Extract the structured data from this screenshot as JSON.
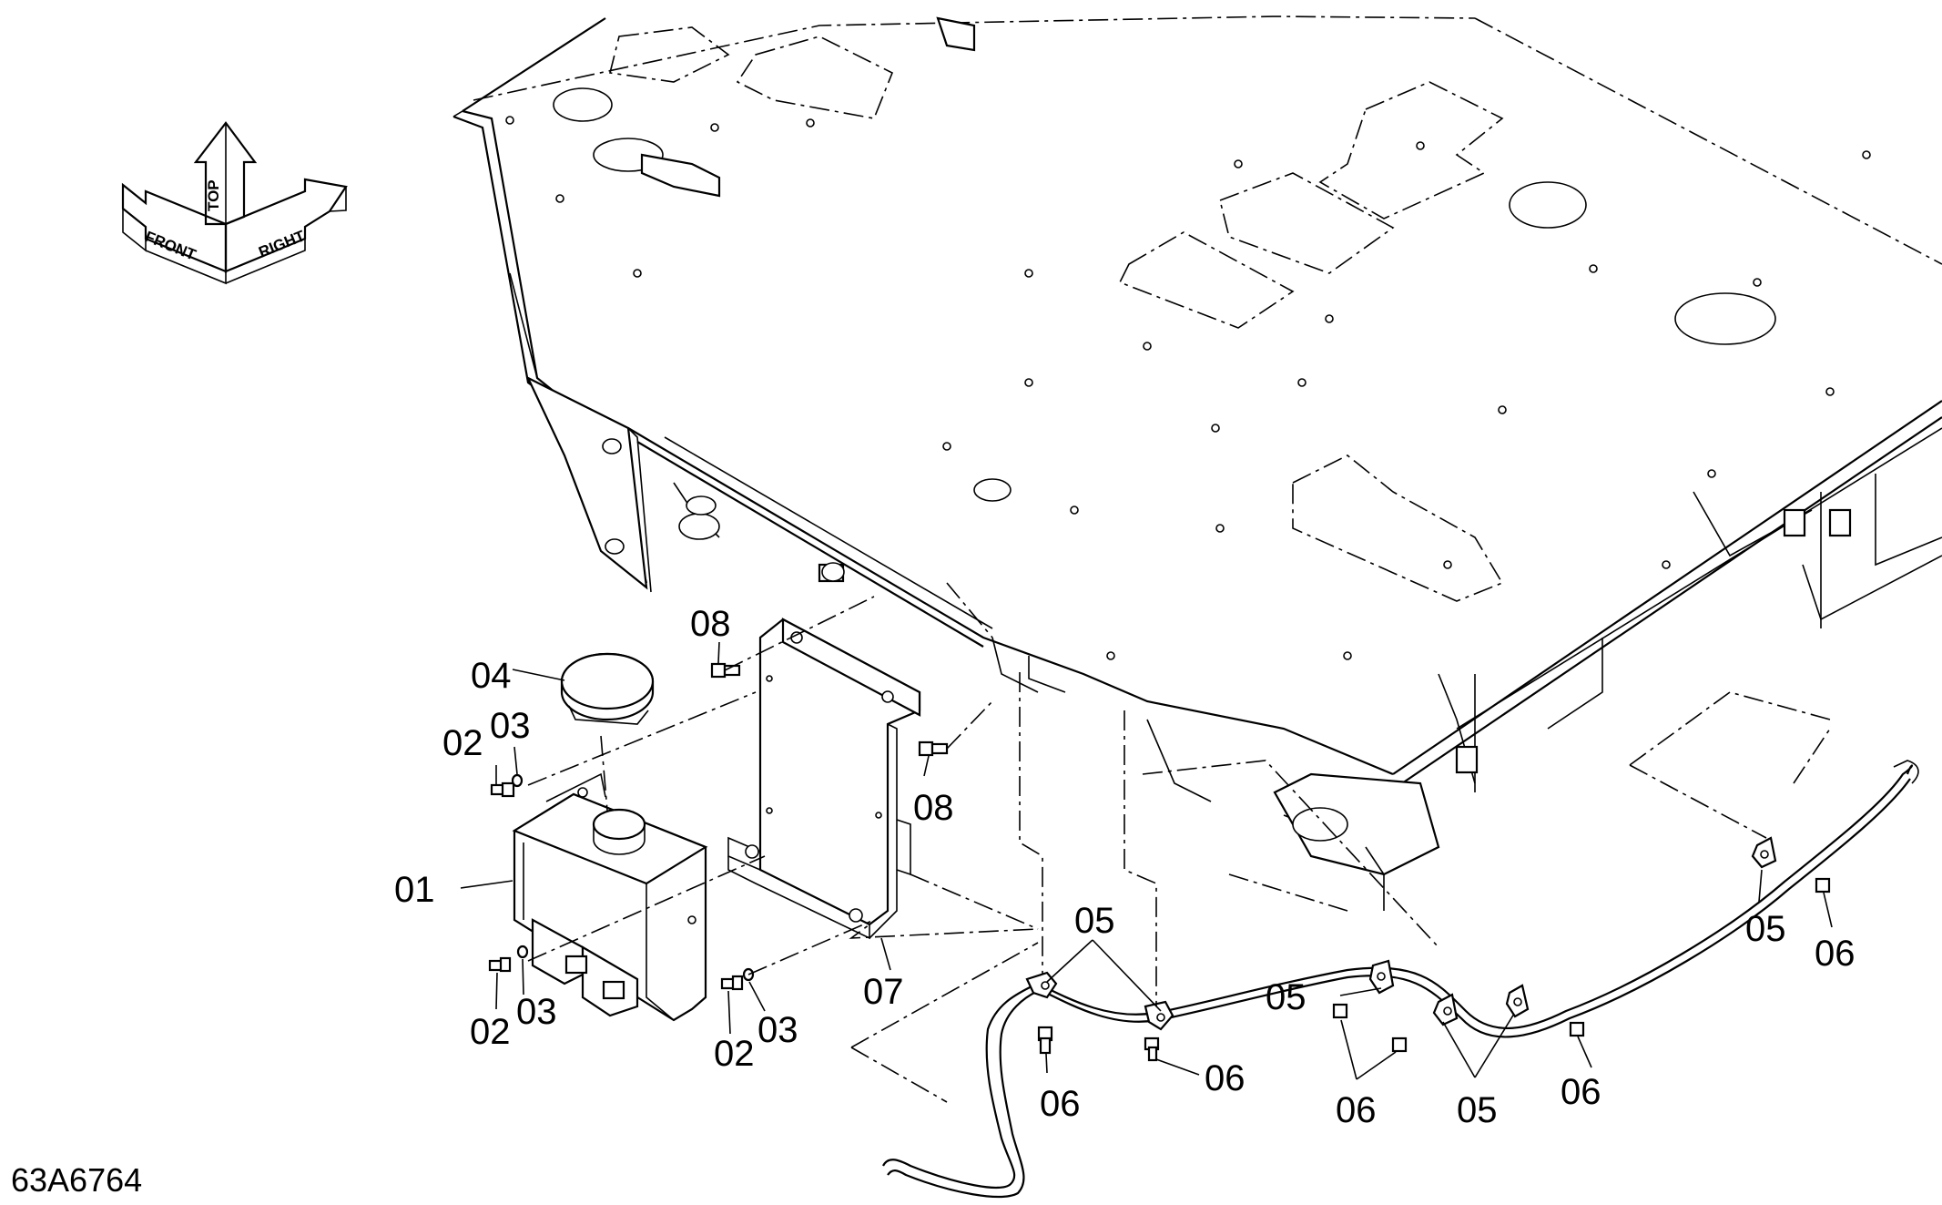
{
  "drawing_number": "63A6764",
  "orientation_indicator": {
    "front_label": "FRONT",
    "top_label": "TOP",
    "right_label": "RIGHT"
  },
  "callouts": [
    {
      "id": "c01",
      "label": "01"
    },
    {
      "id": "c02a",
      "label": "02"
    },
    {
      "id": "c03a",
      "label": "03"
    },
    {
      "id": "c04",
      "label": "04"
    },
    {
      "id": "c08a",
      "label": "08"
    },
    {
      "id": "c08b",
      "label": "08"
    },
    {
      "id": "c02b",
      "label": "02"
    },
    {
      "id": "c03b",
      "label": "03"
    },
    {
      "id": "c02c",
      "label": "02"
    },
    {
      "id": "c03c",
      "label": "03"
    },
    {
      "id": "c07",
      "label": "07"
    },
    {
      "id": "c05a",
      "label": "05"
    },
    {
      "id": "c05b",
      "label": "05"
    },
    {
      "id": "c05c",
      "label": "05"
    },
    {
      "id": "c05d",
      "label": "05"
    },
    {
      "id": "c06a",
      "label": "06"
    },
    {
      "id": "c06b",
      "label": "06"
    },
    {
      "id": "c06c",
      "label": "06"
    },
    {
      "id": "c06d",
      "label": "06"
    },
    {
      "id": "c06e",
      "label": "06"
    }
  ]
}
